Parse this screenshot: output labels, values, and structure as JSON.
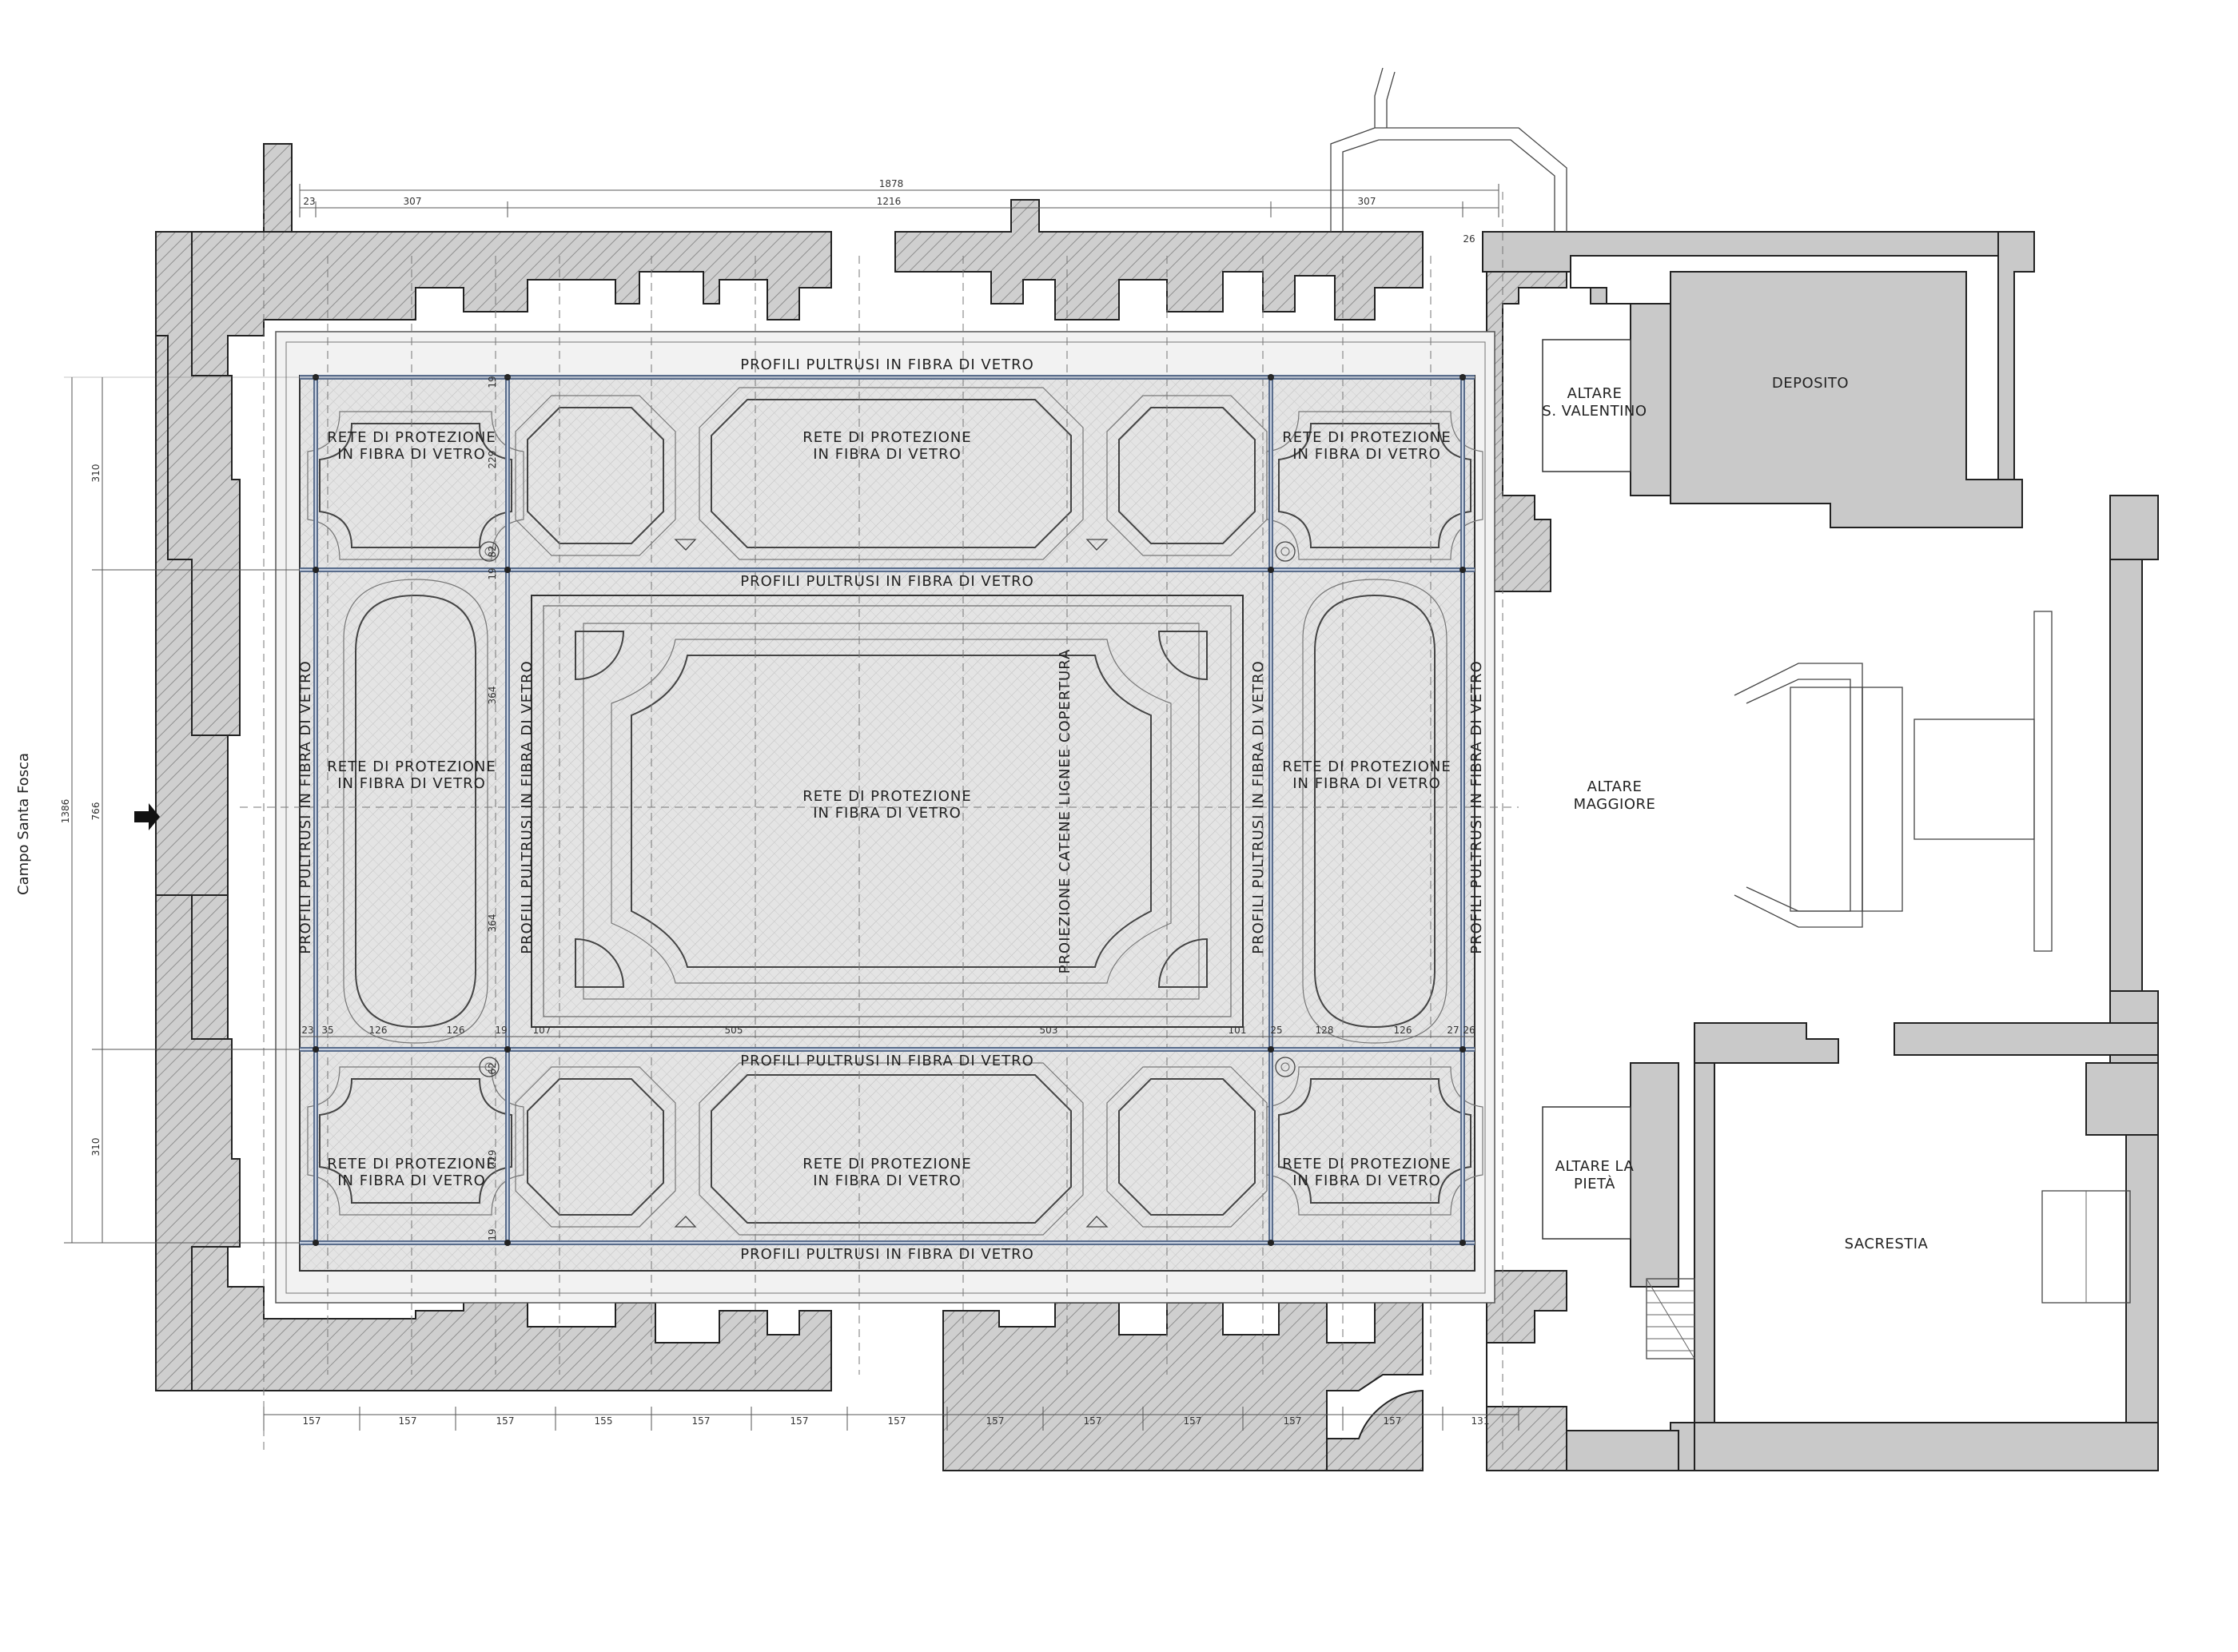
{
  "labels": {
    "campo": "Campo Santa Fosca",
    "profili": "PROFILI PULTRUSI IN FIBRA DI VETRO",
    "rete_line1": "RETE DI PROTEZIONE",
    "rete_line2": "IN FIBRA DI VETRO",
    "proiezione": "PROIEZIONE CATENE LIGNEE COPERTURA",
    "altare_s_valentino_1": "ALTARE",
    "altare_s_valentino_2": "S. VALENTINO",
    "deposito": "DEPOSITO",
    "altare_maggiore_1": "ALTARE",
    "altare_maggiore_2": "MAGGIORE",
    "altare_pieta_1": "ALTARE LA",
    "altare_pieta_2": "PIETÀ",
    "sacrestia": "SACRESTIA"
  },
  "dimensions": {
    "top_total": "1878",
    "top_mid": "1216",
    "top_left": "307",
    "top_right": "307",
    "top_left_small": "23",
    "top_right_small": "26",
    "left_total": "1386",
    "left_top": "310",
    "left_mid": "766",
    "left_bottom": "310",
    "bottom": [
      "157",
      "157",
      "157",
      "155",
      "157",
      "157",
      "157",
      "157",
      "157",
      "157",
      "157",
      "157",
      "131"
    ],
    "mid_row": [
      "23",
      "35",
      "126",
      "126",
      "19",
      "107",
      "505",
      "503",
      "101",
      "25",
      "128",
      "126",
      "27",
      "26"
    ],
    "inner_v_top": "229",
    "inner_v_top_a": "19",
    "inner_v_top_b": "82",
    "inner_v_top_c": "19",
    "inner_v_mid_a": "364",
    "inner_v_mid_b": "364",
    "inner_v_bot_a": "62",
    "inner_v_bot_b": "229",
    "inner_v_bot_c": "19"
  }
}
